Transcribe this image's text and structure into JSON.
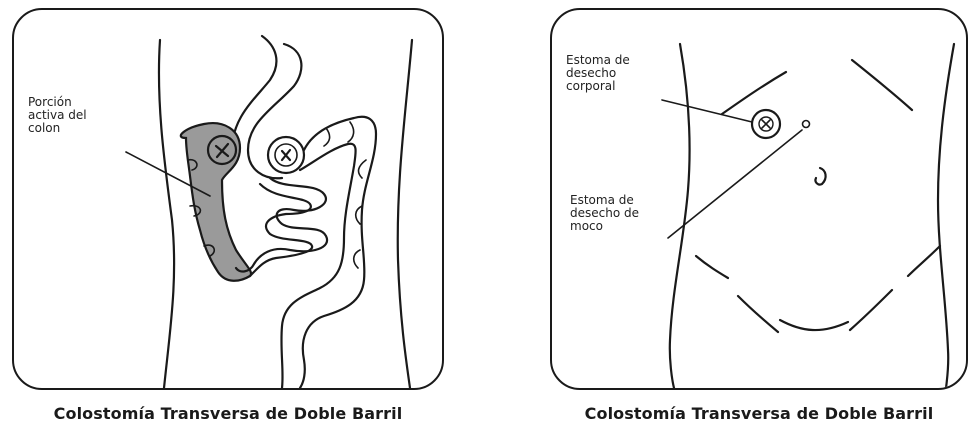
{
  "left_panel": {
    "label_active_colon": "Porción\nactiva del\ncolon",
    "caption": "Colostomía Transversa de Doble Barril"
  },
  "right_panel": {
    "label_body_waste": "Estoma de\ndesecho\ncorporal",
    "label_mucus": "Estoma de\ndesecho de\nmoco",
    "caption": "Colostomía Transversa de Doble Barril"
  },
  "colors": {
    "active_colon_fill": "#9a9a9a",
    "line": "#1a1a1a"
  }
}
